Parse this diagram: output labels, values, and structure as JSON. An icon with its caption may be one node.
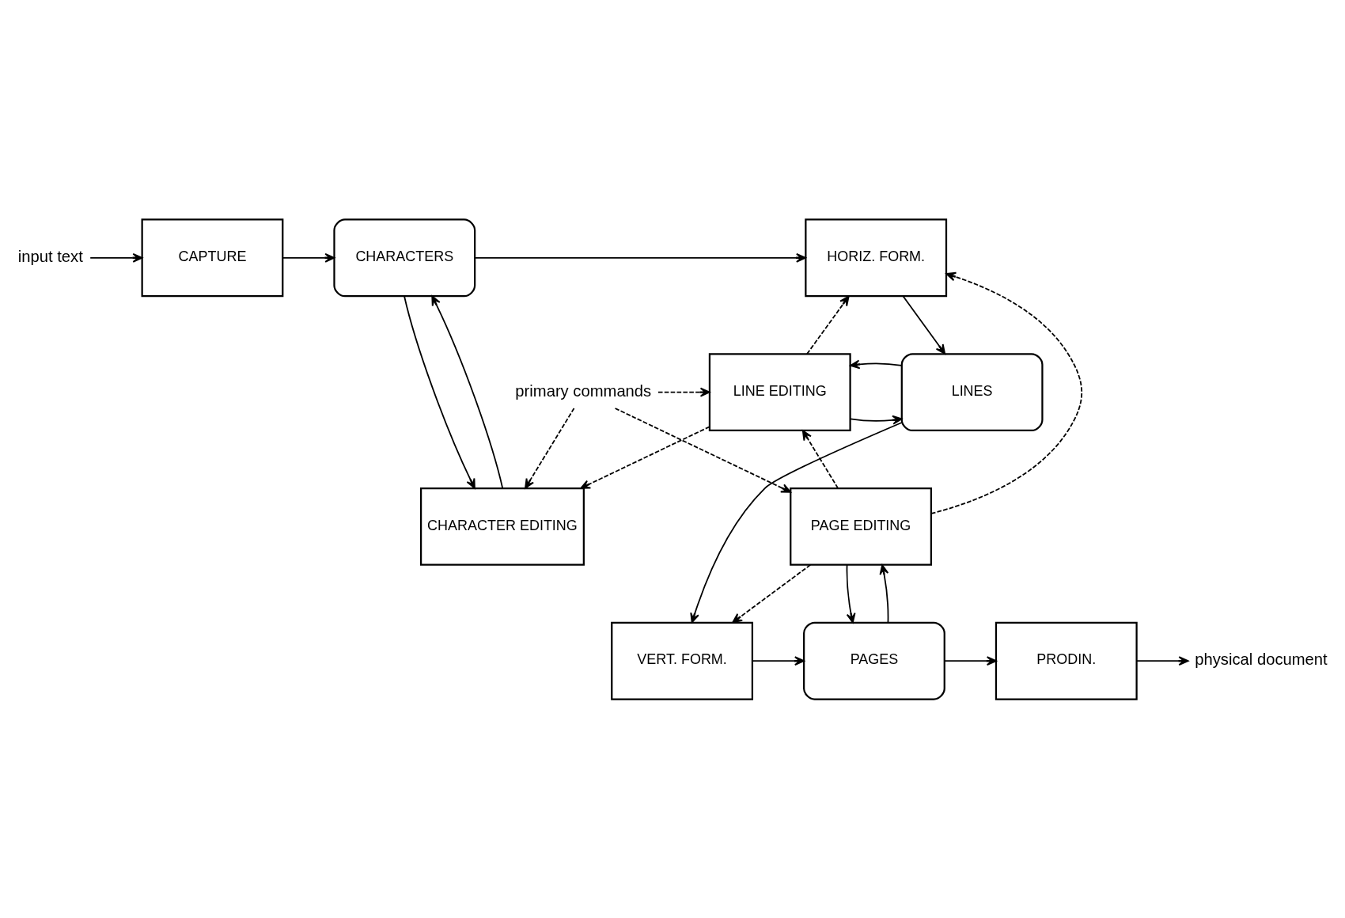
{
  "diagram": {
    "nodes": [
      {
        "text": [
          "input text"
        ]
      },
      {
        "text": [
          "CAPTURE"
        ]
      },
      {
        "text": [
          "CHARACTERS"
        ]
      },
      {
        "text": [
          "CHARACTER EDITING"
        ]
      },
      {
        "text": [
          "HORIZ. FORM."
        ]
      },
      {
        "text": [
          "primary commands"
        ]
      },
      {
        "text": [
          "LINE EDITING"
        ]
      },
      {
        "text": [
          "LINES"
        ]
      },
      {
        "text": [
          "PAGE EDITING"
        ]
      },
      {
        "text": [
          "PAGES"
        ]
      },
      {
        "text": [
          "VERT. FORM."
        ]
      },
      {
        "text": [
          "PRODIN."
        ]
      },
      {
        "text": [
          "physical document"
        ]
      }
    ],
    "edges": [
      {
        "from": 0,
        "to": 1,
        "arrow": "to"
      },
      {
        "from": 1,
        "to": 2,
        "arrow": "to"
      },
      {
        "from": 2,
        "to": 4,
        "arrow": "to"
      },
      {
        "from": 3,
        "to": 2,
        "arrow": "to"
      },
      {
        "from": 2,
        "to": 3,
        "arrow": "to"
      },
      {
        "from": 4,
        "to": 7,
        "arrow": "to"
      },
      {
        "from": 6,
        "to": 7,
        "arrow": "to"
      },
      {
        "from": 7,
        "to": 6,
        "arrow": "to"
      },
      {
        "from": 7,
        "to": 10,
        "arrow": "to"
      },
      {
        "from": 10,
        "to": 9,
        "arrow": "to"
      },
      {
        "from": 9,
        "to": 8,
        "arrow": "to"
      },
      {
        "from": 8,
        "to": 9,
        "arrow": "to"
      },
      {
        "from": 9,
        "to": 11,
        "arrow": "to"
      },
      {
        "from": 11,
        "to": 12,
        "arrow": "to"
      },
      {
        "from": 5,
        "to": 3,
        "arrow": "to",
        "style": "dashed"
      },
      {
        "from": 5,
        "to": 6,
        "arrow": "to",
        "style": "dashed"
      },
      {
        "from": 5,
        "to": 8,
        "arrow": "to",
        "style": "dashed"
      },
      {
        "from": 6,
        "to": 3,
        "arrow": "to",
        "style": "dashed"
      },
      {
        "from": 6,
        "to": 4,
        "arrow": "to",
        "style": "dashed"
      },
      {
        "from": 8,
        "to": 6,
        "arrow": "to",
        "style": "dashed"
      },
      {
        "from": 8,
        "to": 4,
        "arrow": "to",
        "style": "dashed"
      },
      {
        "from": 8,
        "to": 10,
        "arrow": "to",
        "style": "dashed"
      }
    ]
  }
}
